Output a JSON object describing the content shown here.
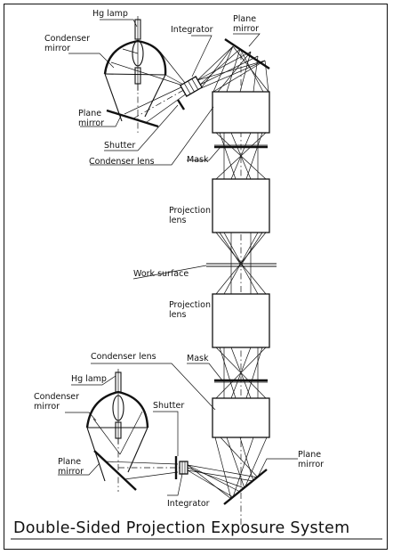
{
  "title": "Double-Sided Projection Exposure System",
  "labels": {
    "hg_lamp_top": "Hg lamp",
    "condenser_mirror_top": [
      "Condenser",
      "mirror"
    ],
    "integrator_top": "Integrator",
    "plane_mirror_top_right": [
      "Plane",
      "mirror"
    ],
    "plane_mirror_top_left": [
      "Plane",
      "mirror"
    ],
    "shutter_top": "Shutter",
    "condenser_lens_top": "Condenser lens",
    "mask_top": "Mask",
    "projection_lens_upper": [
      "Projection",
      "lens"
    ],
    "work_surface": "Work surface",
    "projection_lens_lower": [
      "Projection",
      "lens"
    ],
    "condenser_lens_bottom": "Condenser lens",
    "mask_bottom": "Mask",
    "hg_lamp_bottom": "Hg lamp",
    "condenser_mirror_bottom": [
      "Condenser",
      "mirror"
    ],
    "shutter_bottom": "Shutter",
    "plane_mirror_bottom_left": [
      "Plane",
      "mirror"
    ],
    "integrator_bottom": "Integrator",
    "plane_mirror_bottom_right": [
      "Plane",
      "mirror"
    ]
  }
}
